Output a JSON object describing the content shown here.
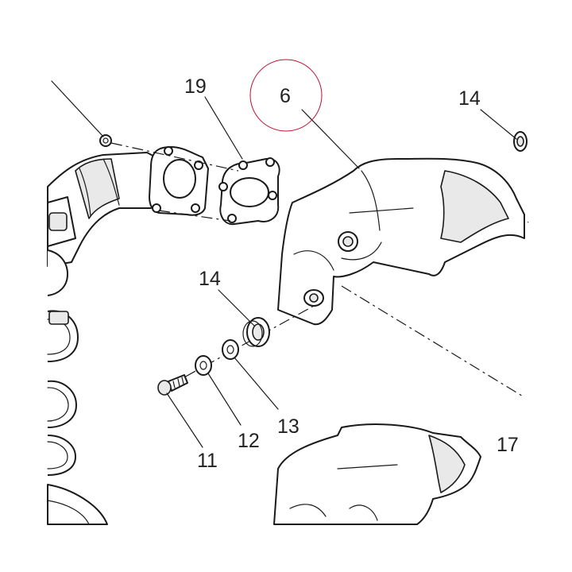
{
  "callouts": {
    "c6": "6",
    "c11": "11",
    "c12": "12",
    "c13": "13",
    "c14_top": "14",
    "c14_mid": "14",
    "c17": "17",
    "c19": "19"
  },
  "colors": {
    "line": "#1a1a1a",
    "highlight_circle": "#c01030",
    "background": "#ffffff"
  }
}
